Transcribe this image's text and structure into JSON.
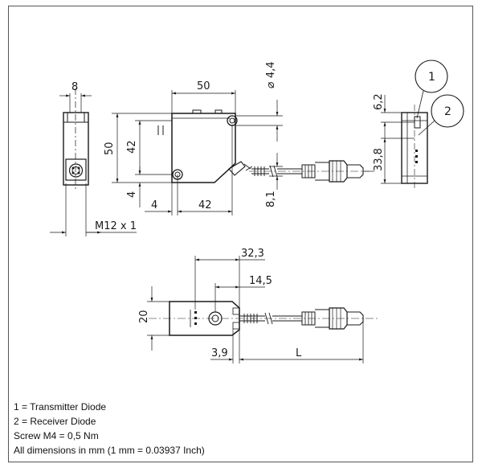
{
  "callouts": {
    "one": "1",
    "two": "2"
  },
  "dims": {
    "d8": "8",
    "d50_top": "50",
    "d50_side": "50",
    "d42_side": "42",
    "d4_side": "4",
    "d4_bottom": "4",
    "d42_bottom": "42",
    "d4_4": "4,4",
    "d8_1": "8,1",
    "m12": "M12 x 1",
    "d6_2": "6,2",
    "d33_8": "33,8",
    "d32_3": "32,3",
    "d14_5": "14,5",
    "d20": "20",
    "d3_9": "3,9",
    "L": "L"
  },
  "legend": {
    "line1": "1 = Transmitter Diode",
    "line2": "2 = Receiver Diode",
    "line3": "Screw M4 = 0,5 Nm",
    "line4": "All dimensions in mm (1 mm = 0.03937 Inch)"
  }
}
